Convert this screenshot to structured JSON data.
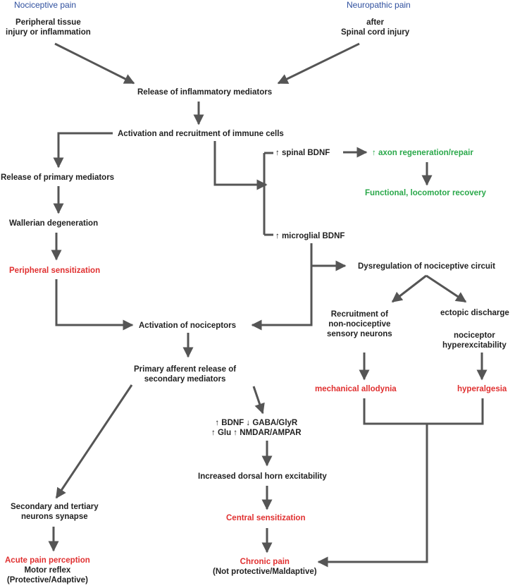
{
  "colors": {
    "arrow": "#555555",
    "text": "#222222",
    "red": "#e03030",
    "green": "#2aa84a",
    "blue": "#2e4f9e"
  },
  "header": {
    "nociceptive": "Nociceptive pain",
    "neuropathic": "Neuropathic pain"
  },
  "nodes": {
    "peripheral_injury": [
      "Peripheral tissue",
      "injury or inflammation"
    ],
    "spinal_injury": [
      "after",
      "Spinal cord injury"
    ],
    "release_inflammatory": "Release of inflammatory mediators",
    "activation_immune": "Activation and recruitment of immune cells",
    "spinal_bdnf": "↑ spinal BDNF",
    "axon_regeneration": "↑  axon regeneration/repair",
    "functional_recovery": "Functional, locomotor recovery",
    "release_primary": "Release of primary mediators",
    "wallerian": "Wallerian degeneration",
    "peripheral_sensitization": "Peripheral sensitization",
    "microglial_bdnf": "↑ microglial BDNF",
    "dysregulation": "Dysregulation of nociceptive circuit",
    "recruitment_non_nociceptive": [
      "Recruitment of",
      "non-nociceptive",
      "sensory neurons"
    ],
    "ectopic_discharge": "ectopic discharge",
    "nociceptor_hyperexcitability": [
      "nociceptor",
      "hyperexcitability"
    ],
    "activation_nociceptors": "Activation of nociceptors",
    "primary_afferent": [
      "Primary afferent release of",
      "secondary mediators"
    ],
    "mechanical_allodynia": "mechanical allodynia",
    "hyperalgesia": "hyperalgesia",
    "receptors": [
      "↑ BDNF ↓ GABA/GlyR",
      "↑ Glu ↑ NMDAR/AMPAR"
    ],
    "dorsal_horn": "Increased dorsal horn excitability",
    "central_sensitization": "Central sensitization",
    "secondary_tertiary": [
      "Secondary and tertiary",
      "neurons synapse"
    ],
    "chronic_pain": "Chronic pain",
    "chronic_note": "(Not protective/Maldaptive)",
    "acute_pain": "Acute pain perception",
    "motor_reflex": [
      "Motor reflex",
      "(Protective/Adaptive)"
    ]
  }
}
